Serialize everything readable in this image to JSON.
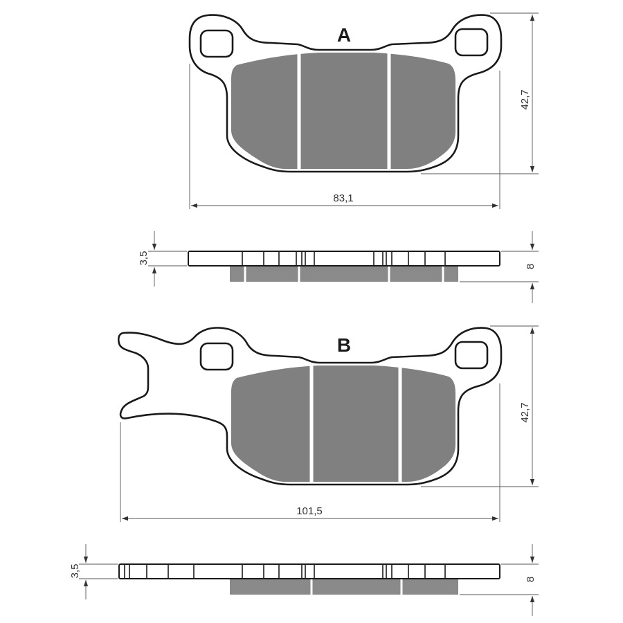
{
  "pads": [
    {
      "label": "A",
      "width_mm": "83,1",
      "height_mm": "42,7",
      "backing_mm": "3,5",
      "thickness_mm": "8"
    },
    {
      "label": "B",
      "width_mm": "101,5",
      "height_mm": "42,7",
      "backing_mm": "3,5",
      "thickness_mm": "8"
    }
  ],
  "colors": {
    "friction_material": "#808080",
    "outline": "#1a1a1a",
    "dimension_lines": "#555555"
  }
}
